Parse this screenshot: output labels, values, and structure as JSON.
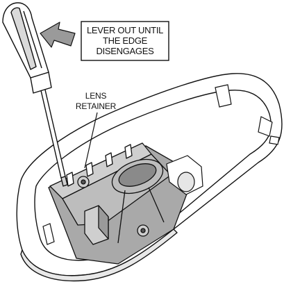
{
  "figure": {
    "callout": {
      "lines": [
        "LEVER OUT UNTIL",
        "THE EDGE",
        "DISENGAGES"
      ]
    },
    "part_label": {
      "lines": [
        "LENS",
        "RETAINER"
      ]
    },
    "icons": {
      "tool": "screwdriver-icon",
      "direction": "arrow-up-left-icon"
    },
    "colors": {
      "line": "#111111",
      "shade_light": "#cfcfcf",
      "shade_mid": "#a9a9a9",
      "shade_dark": "#8a8a8a",
      "background": "#ffffff"
    }
  }
}
